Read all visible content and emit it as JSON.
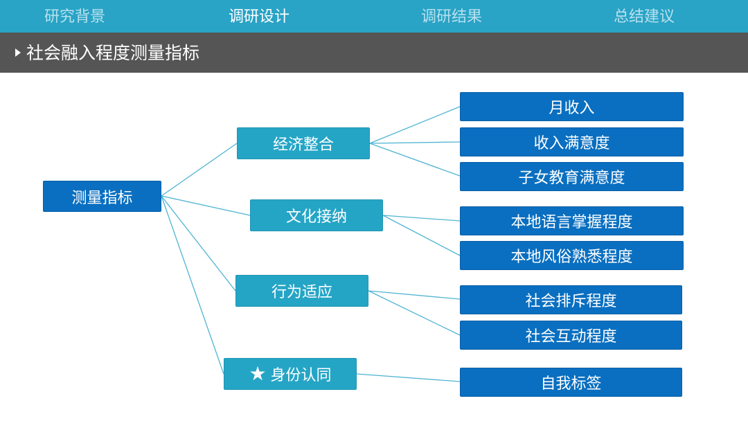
{
  "nav": {
    "items": [
      "研究背景",
      "调研设计",
      "调研结果",
      "总结建议"
    ]
  },
  "header": {
    "title": "社会融入程度测量指标"
  },
  "diagram": {
    "root": "测量指标",
    "categories": [
      {
        "label": "经济整合",
        "children": [
          "月收入",
          "收入满意度",
          "子女教育满意度"
        ]
      },
      {
        "label": "文化接纳",
        "children": [
          "本地语言掌握程度",
          "本地风俗熟悉程度"
        ]
      },
      {
        "label": "行为适应",
        "children": [
          "社会排斥程度",
          "社会互动程度"
        ]
      },
      {
        "label": "身份认同",
        "children": [
          "自我标签"
        ]
      }
    ],
    "star_glyph": "★"
  },
  "colors": {
    "nav_bg": "#29a3c6",
    "header_bg": "#555555",
    "root_bg": "#0a6fc0",
    "category_bg": "#25a5c6",
    "leaf_bg": "#0a6fc0",
    "connector": "#4fb4d2"
  }
}
